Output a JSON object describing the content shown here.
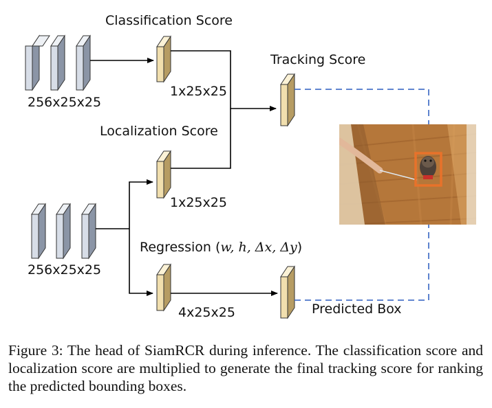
{
  "labels": {
    "classification_score": "Classification Score",
    "tracking_score": "Tracking Score",
    "localization_score": "Localization Score",
    "regression_prefix": "Regression (",
    "regression_vars": "w, h, Δx, Δy",
    "regression_suffix": ")",
    "predicted_box": "Predicted Box"
  },
  "dims": {
    "top_feature": "256x25x25",
    "bottom_feature": "256x25x25",
    "classification": "1x25x25",
    "localization": "1x25x25",
    "regression": "4x25x25"
  },
  "caption": {
    "text": "Figure 3: The head of SiamRCR during inference. The classification score and localization score are multiplied to generate the final tracking score for ranking the predicted bounding boxes."
  },
  "colors": {
    "feature_fill": "#d7dde7",
    "score_fill": "#f1dfae",
    "dashed_line": "#4a74c9",
    "box_outline": "#e8722a"
  }
}
